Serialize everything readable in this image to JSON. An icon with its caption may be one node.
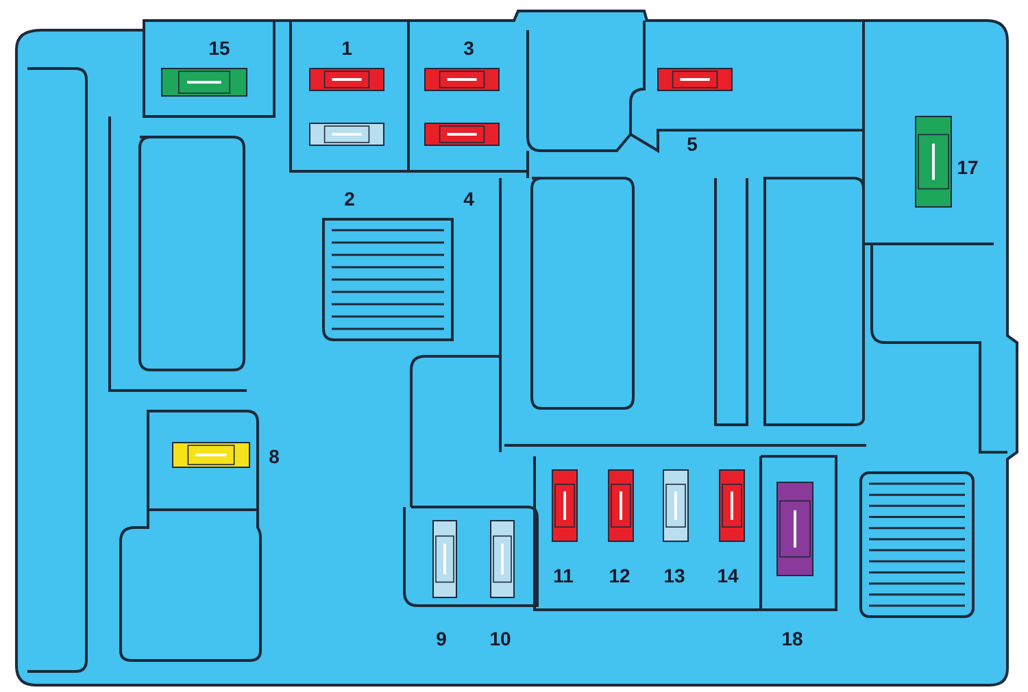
{
  "diagram": {
    "labels": [
      "15",
      "1",
      "3",
      "5",
      "17",
      "2",
      "4",
      "8",
      "11",
      "12",
      "13",
      "14",
      "9",
      "10",
      "18"
    ]
  }
}
